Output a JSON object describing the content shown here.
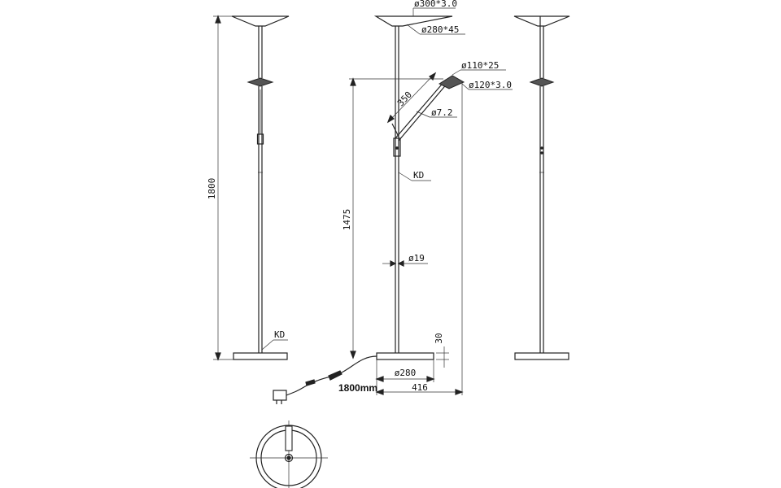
{
  "dimensions": {
    "left_height": "1800",
    "kd_left": "KD",
    "top_shade": "ø300*3.0",
    "shade_depth": "ø280*45",
    "reading_head": "ø110*25",
    "reading_disc": "ø120*3.0",
    "arm_length": "350",
    "arm_diameter": "ø7.2",
    "kd_middle": "KD",
    "middle_height": "1475",
    "pole_diameter": "ø19",
    "base_height": "30",
    "base_diameter": "ø280",
    "cable_length": "1800mm",
    "total_width": "416"
  }
}
